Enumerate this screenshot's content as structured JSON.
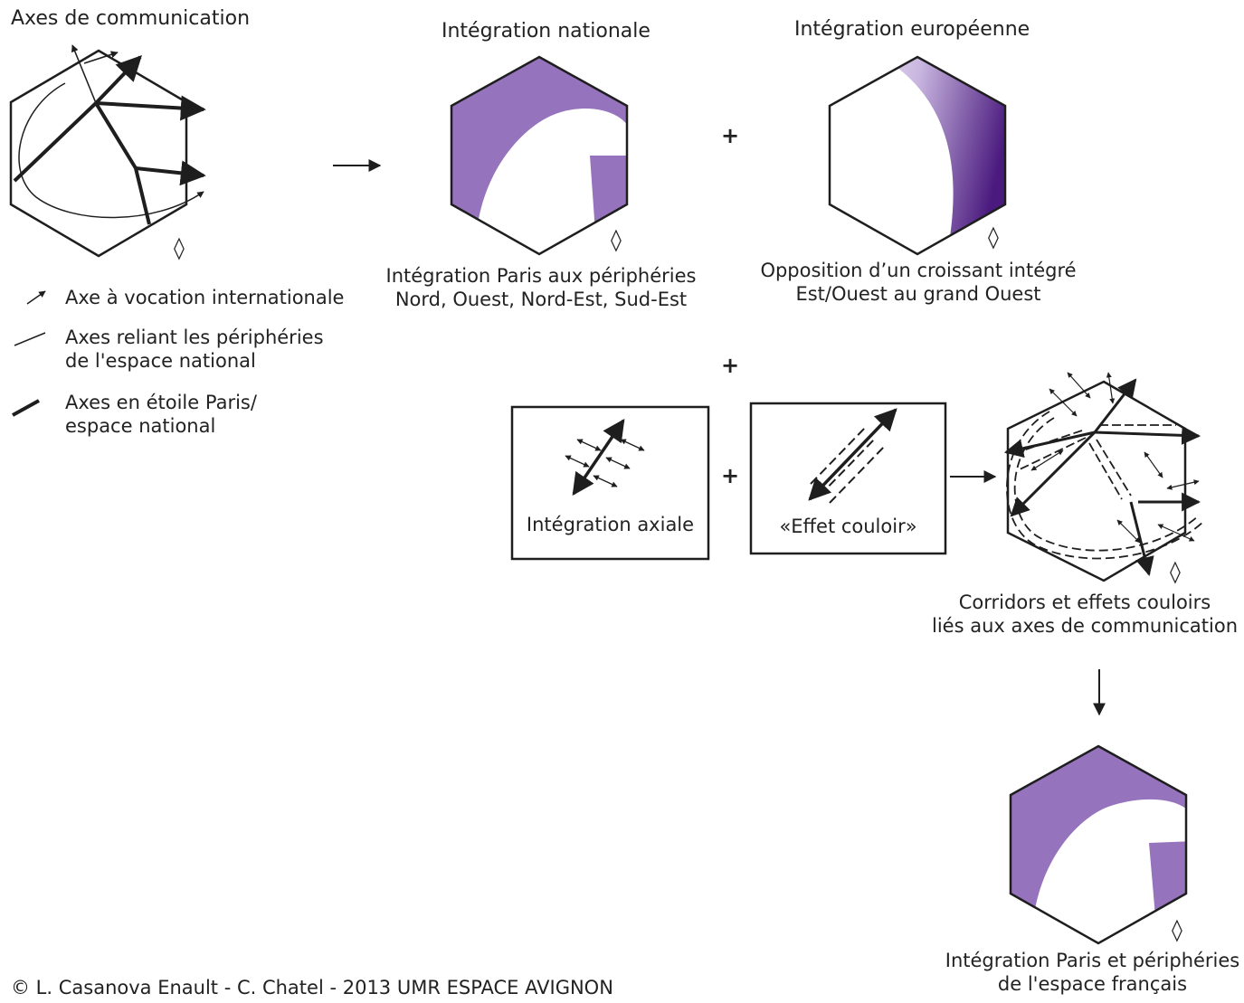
{
  "figure": {
    "title": "Axes de communication",
    "legend": [
      {
        "icon": "thin-arrow-icon",
        "text": [
          "Axe à vocation internationale"
        ]
      },
      {
        "icon": "thin-line-icon",
        "text": [
          "Axes reliant les périphéries",
          "de l'espace national"
        ]
      },
      {
        "icon": "thick-line-icon",
        "text": [
          "Axes en étoile Paris/",
          "espace national"
        ]
      }
    ],
    "panels": {
      "nationale": {
        "title": "Intégration nationale",
        "caption": [
          "Intégration Paris aux périphéries",
          "Nord, Ouest, Nord-Est, Sud-Est"
        ]
      },
      "europeenne": {
        "title": "Intégration européenne",
        "caption": [
          "Opposition d’un croissant intégré",
          "Est/Ouest au grand Ouest"
        ]
      },
      "axiale": {
        "label": "Intégration axiale"
      },
      "couloir": {
        "label": "«Effet couloir»"
      },
      "corridors": {
        "caption": [
          "Corridors et effets couloirs",
          "liés aux axes de communication"
        ]
      },
      "final": {
        "caption": [
          "Intégration Paris et périphéries",
          "de l'espace français"
        ]
      }
    },
    "operators": {
      "plus": "+"
    },
    "diamond": "◊",
    "credit": "© L. Casanova Enault - C. Chatel - 2013 UMR ESPACE AVIGNON",
    "colors": {
      "purple": "#9673bd",
      "purple_dark": "#4a1a7e",
      "ink": "#1e1e1e"
    }
  }
}
